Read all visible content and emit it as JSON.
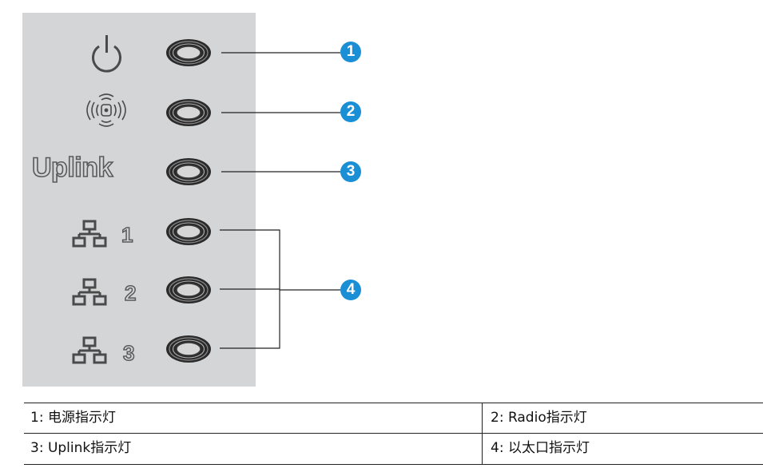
{
  "panel": {
    "uplink_text": "Uplink",
    "port_numbers": [
      "1",
      "2",
      "3"
    ],
    "icons": [
      "power-icon",
      "wireless-radio-icon",
      "network-port-icon"
    ],
    "background_color": "#d4d5d7"
  },
  "callouts": [
    "1",
    "2",
    "3",
    "4"
  ],
  "callout_color": "#1a8fd6",
  "legend": {
    "rows": [
      [
        "1: 电源指示灯",
        "2: Radio指示灯"
      ],
      [
        "3: Uplink指示灯",
        "4: 以太口指示灯"
      ]
    ]
  }
}
